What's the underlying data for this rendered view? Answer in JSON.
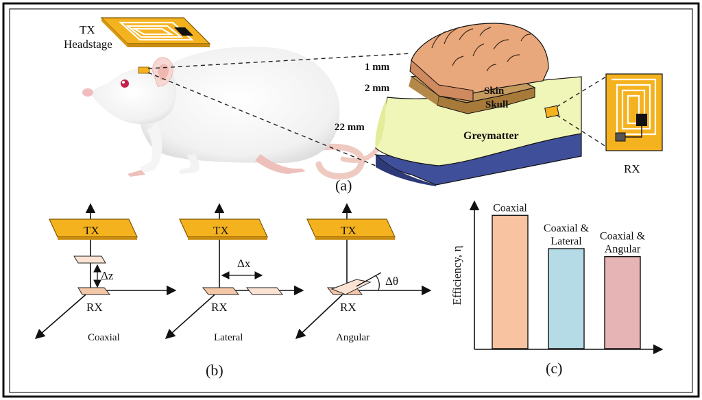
{
  "panel_a": {
    "caption": "(a)",
    "tx_label_line1": "TX",
    "tx_label_line2": "Headstage",
    "rx_label": "RX",
    "layers": {
      "skin": "Skin",
      "skull": "Skull",
      "greymatter": "Greymatter",
      "t1": "1 mm",
      "t2": "2 mm",
      "t3": "22 mm"
    }
  },
  "panel_b": {
    "caption": "(b)",
    "tx": "TX",
    "rx": "RX",
    "delta_z": "Δz",
    "delta_x": "Δx",
    "delta_theta": "Δθ",
    "coaxial": "Coaxial",
    "lateral": "Lateral",
    "angular": "Angular"
  },
  "panel_c": {
    "caption": "(c)",
    "ylabel": "Efficiency, η"
  },
  "chart_data": {
    "type": "bar",
    "categories": [
      "Coaxial",
      "Coaxial & Lateral",
      "Coaxial & Angular"
    ],
    "category_lines": [
      [
        "Coaxial"
      ],
      [
        "Coaxial &",
        "Lateral"
      ],
      [
        "Coaxial &",
        "Angular"
      ]
    ],
    "values": [
      1.0,
      0.75,
      0.69
    ],
    "ylabel": "Efficiency, η",
    "ylim": [
      0,
      1.12
    ],
    "grid": false,
    "colors": [
      "#f8c3a0",
      "#b4dbe6",
      "#e6b4b4"
    ]
  },
  "colors": {
    "tx_gold": "#f5b21f",
    "rx_peach": "#f4c7a8",
    "skin": "#e8a87c",
    "skull": "#c59a5e",
    "greymatter": "#f0f5b8",
    "base": "#3f4f9a"
  }
}
